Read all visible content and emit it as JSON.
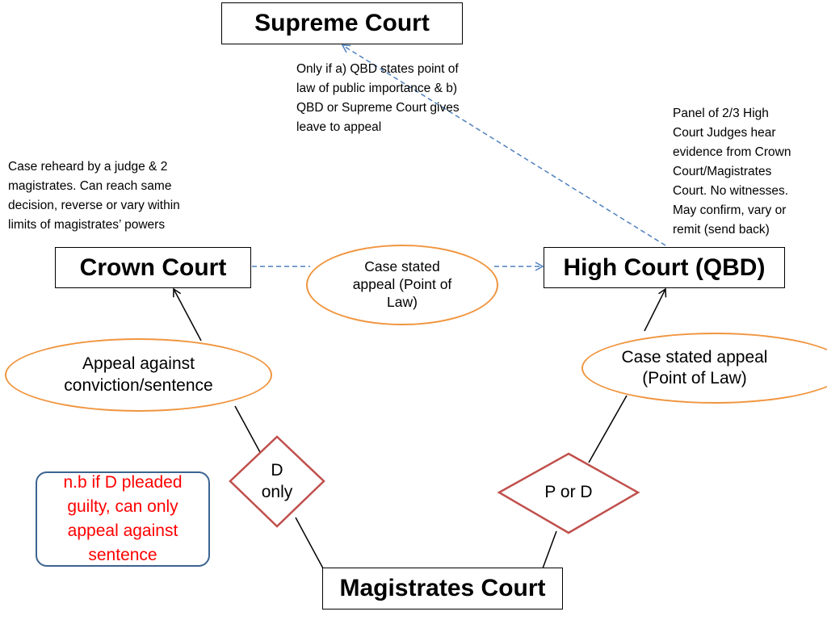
{
  "nodes": {
    "supreme_court": "Supreme Court",
    "crown_court": "Crown Court",
    "high_court": "High Court (QBD)",
    "magistrates_court": "Magistrates Court"
  },
  "ellipses": {
    "case_stated_center": [
      "Case stated",
      "appeal (Point of",
      "Law)"
    ],
    "appeal_conviction": [
      "Appeal against",
      "conviction/sentence"
    ],
    "case_stated_right": [
      "Case stated appeal",
      "(Point of Law)"
    ]
  },
  "diamonds": {
    "d_only": [
      "D",
      "only"
    ],
    "p_or_d": [
      "P or D"
    ]
  },
  "notes": {
    "supreme_condition": [
      "Only if a) QBD states point of",
      "law of public importance & b)",
      "QBD or Supreme Court gives",
      "leave to appeal"
    ],
    "crown_rehearing": [
      "Case reheard by a judge & 2",
      "magistrates.  Can reach same",
      "decision, reverse or vary within",
      "limits of magistrates’ powers"
    ],
    "high_court_panel": [
      "Panel of 2/3 High",
      "Court Judges hear",
      "evidence from Crown",
      "Court/Magistrates",
      "Court.  No witnesses.",
      "May confirm, vary or",
      "remit (send back)"
    ]
  },
  "nb_note": [
    "n.b if D pleaded",
    "guilty, can only",
    "appeal against",
    "sentence"
  ],
  "colors": {
    "ellipse_border": "#f0953f",
    "diamond_border": "#c0504d",
    "dashed_arrow": "#4f81bd",
    "nb_text": "#ff0000",
    "nb_border": "#3c6391"
  }
}
